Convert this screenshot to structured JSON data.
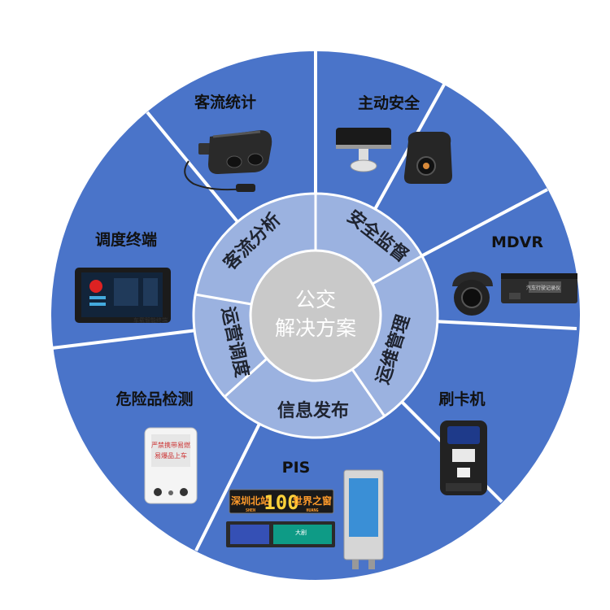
{
  "center": {
    "line1": "公交",
    "line2": "解决方案"
  },
  "ring": {
    "keliu_fenxi": "客流分析",
    "anquan_jiandu": "安全监督",
    "yunwei_guanli": "运维管理",
    "xinxi_fabu": "信息发布",
    "yunying_diaodu": "运营调度"
  },
  "segments": {
    "keliu_tongji": "客流统计",
    "zhudong_anquan": "主动安全",
    "mdvr": "MDVR",
    "shuaka_ji": "刷卡机",
    "pis": "PIS",
    "weixianpin_jiance": "危险品检测",
    "diaodu_zhongduan": "调度终端"
  },
  "device_text": {
    "dispatch_screen_caption": "车载智能终端",
    "detector_text_line1": "严禁携带易燃",
    "detector_text_line2": "易爆品上车",
    "led_text_left": "深圳北站",
    "led_text_number": "100",
    "led_text_right": "世界之窗",
    "led_subtext_left": "SHEN",
    "led_subtext_right": "HUANG",
    "mdvr_box_label": "汽车行驶记录仪",
    "lcd_bar_text": "大剧"
  },
  "colors": {
    "outer_blue": "#4a74c9",
    "ring_light": "#9bb2e0",
    "center_gray": "#c9c9c9",
    "divider": "#ffffff"
  }
}
